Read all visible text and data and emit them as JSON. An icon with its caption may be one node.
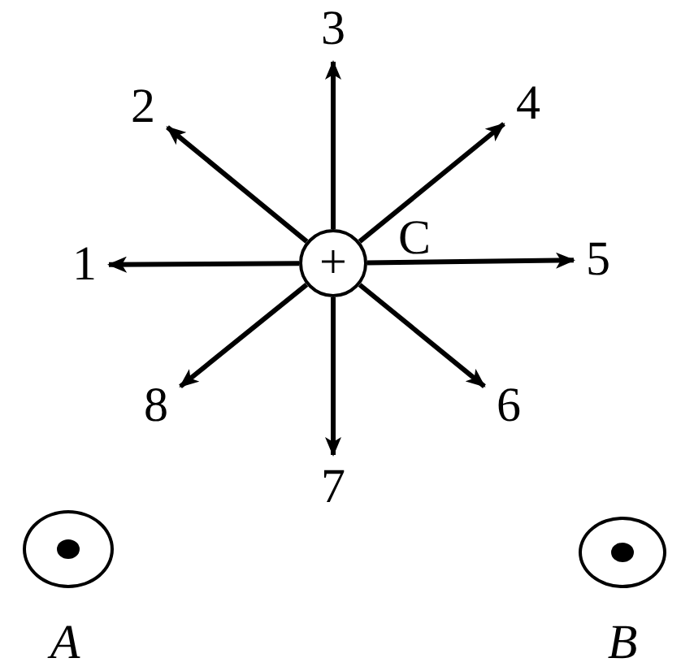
{
  "diagram": {
    "nodes": [
      {
        "text": [
          "+"
        ],
        "beside": [
          "C"
        ]
      },
      {
        "text": [
          "1"
        ]
      },
      {
        "text": [
          "2"
        ]
      },
      {
        "text": [
          "3"
        ]
      },
      {
        "text": [
          "4"
        ]
      },
      {
        "text": [
          "5"
        ]
      },
      {
        "text": [
          "6"
        ]
      },
      {
        "text": [
          "7"
        ]
      },
      {
        "text": [
          "8"
        ]
      },
      {
        "text": [],
        "shape": "circle",
        "beside": [
          "A"
        ]
      },
      {
        "text": [],
        "shape": "circle",
        "beside": [
          "B"
        ]
      }
    ],
    "edges": [
      {
        "from": 0,
        "to": 1,
        "arrow": "to"
      },
      {
        "from": 0,
        "to": 2,
        "arrow": "to"
      },
      {
        "from": 0,
        "to": 3,
        "arrow": "to"
      },
      {
        "from": 0,
        "to": 4,
        "arrow": "to"
      },
      {
        "from": 0,
        "to": 5,
        "arrow": "to"
      },
      {
        "from": 0,
        "to": 6,
        "arrow": "to"
      },
      {
        "from": 0,
        "to": 7,
        "arrow": "to"
      },
      {
        "from": 0,
        "to": 8,
        "arrow": "to"
      }
    ]
  }
}
